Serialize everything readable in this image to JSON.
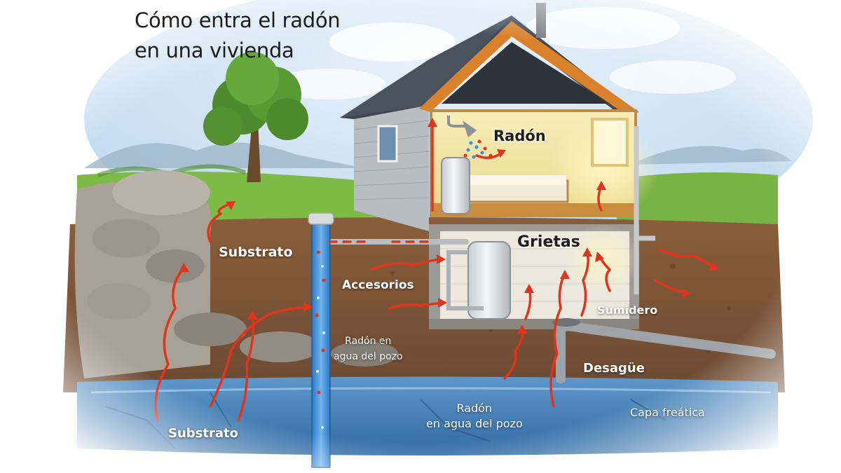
{
  "title": {
    "line1": "Cómo entra el radón",
    "line2": "en una vivienda"
  },
  "labels": {
    "radon_room": "Radón",
    "grietas": "Grietas",
    "substrato_upper": "Substrato",
    "accesorios": "Accesorios",
    "sumidero": "Sumidero",
    "radon_pozo_1": "Radón en",
    "radon_pozo_2": "agua del pozo",
    "desague": "Desagüe",
    "radon_agua_1": "Radón",
    "radon_agua_2": "en agua del pozo",
    "capa_freatica": "Capa freática",
    "substrato_lower": "Substrato"
  },
  "colors": {
    "radon_arrow": "#e2341d",
    "sky": "#cfe3f2",
    "grass": "#6fae3c",
    "soil": "#7a5236",
    "water": "#4d88bd",
    "roof": "#3f4752",
    "roof_trim": "#d9822b",
    "room_light": "#f3e7a4",
    "basement": "#e9e6dd",
    "pipe": "#b9bcbf",
    "well_pipe": "#3f8fd4"
  }
}
